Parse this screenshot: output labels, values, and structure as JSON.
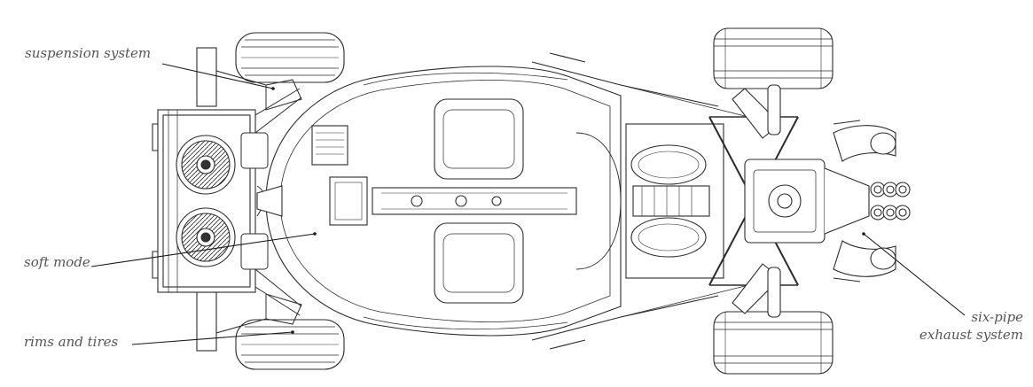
{
  "labels": {
    "suspension": "suspension system",
    "soft_mode": "soft mode",
    "rims": "rims and tires",
    "exhaust_line1": "six-pipe",
    "exhaust_line2": "exhaust system"
  },
  "colors": {
    "line": "#2b2b2b",
    "leader": "#1a1a1a",
    "label_text": "#555555",
    "background": "#ffffff"
  }
}
